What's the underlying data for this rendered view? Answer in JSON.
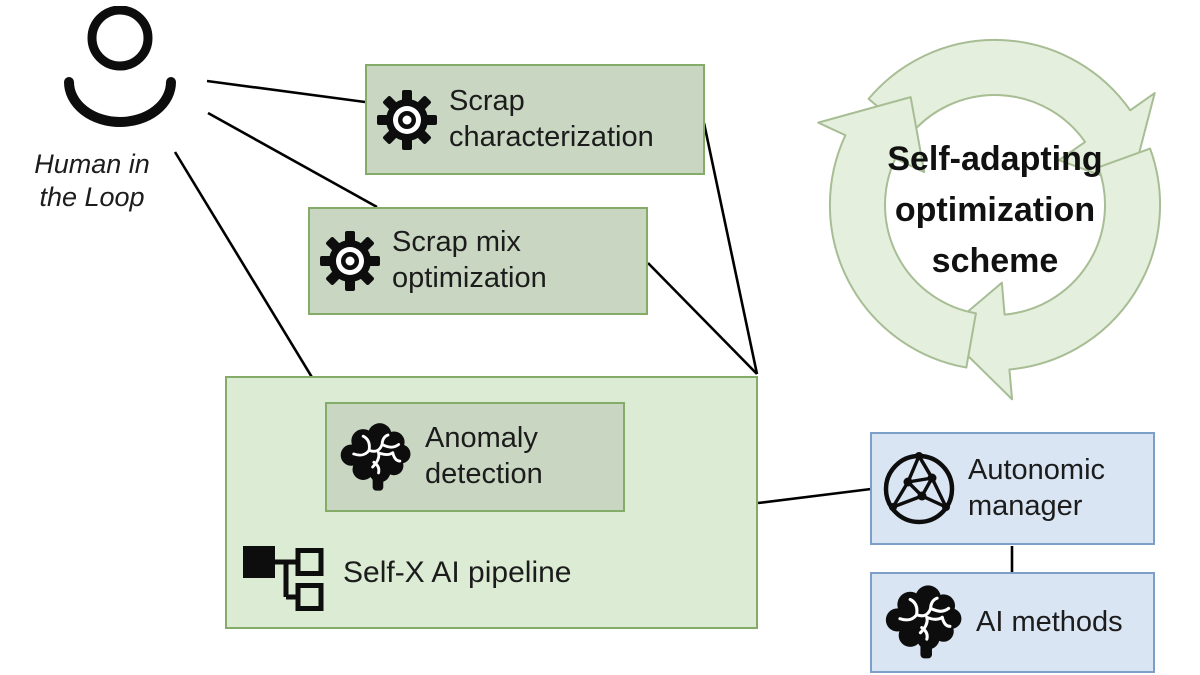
{
  "colors": {
    "green_border": "#85ab68",
    "inner_green_fill": "#c9d6c2",
    "pipeline_green_fill": "#dcebd3",
    "blue_fill": "#dae5f4",
    "blue_border": "#7d9ec7",
    "arrow_fill": "#e5efdd",
    "arrow_stroke": "#a7bd94",
    "line_color": "#000000",
    "text_color": "#1c1c1c"
  },
  "human": {
    "icon": "person-icon",
    "label": "Human in\nthe Loop"
  },
  "nodes": {
    "scrap_characterization": {
      "icon": "gear-icon",
      "label": "Scrap characterization"
    },
    "scrap_mix_optimization": {
      "icon": "gear-icon",
      "label": "Scrap mix optimization"
    },
    "anomaly_detection": {
      "icon": "brain-icon",
      "label": "Anomaly detection"
    },
    "self_x_pipeline": {
      "icon": "pipeline-hierarchy-icon",
      "label": "Self-X AI pipeline"
    },
    "autonomic_manager": {
      "icon": "network-globe-icon",
      "label": "Autonomic manager"
    },
    "ai_methods": {
      "icon": "brain-icon",
      "label": "AI methods"
    }
  },
  "cycle": {
    "icon": "cycle-arrows-icon",
    "label": "Self-adapting optimization scheme"
  }
}
